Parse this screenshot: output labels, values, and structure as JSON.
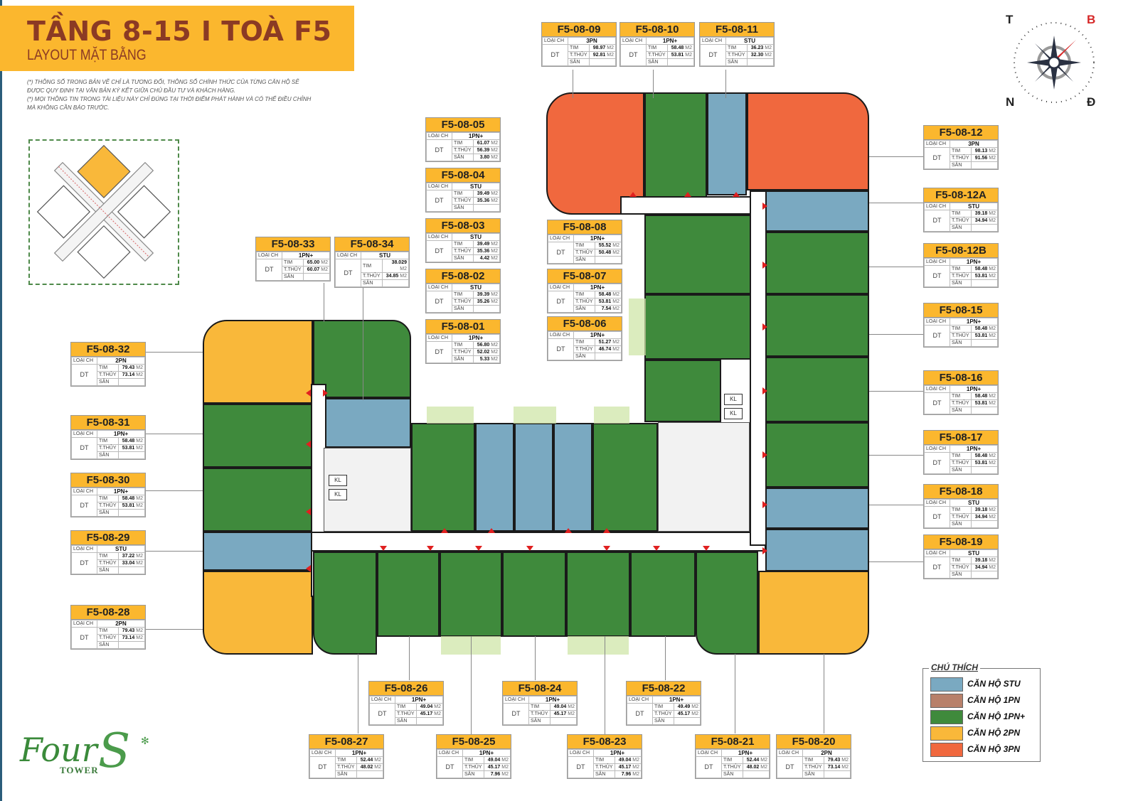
{
  "header": {
    "title": "TẦNG 8-15  I TOÀ F5",
    "subtitle": "LAYOUT MẶT BẰNG",
    "disclaimer": [
      "(*) THÔNG SỐ TRONG BẢN VẼ CHỈ LÀ TƯƠNG ĐỐI, THÔNG SỐ CHÍNH THỨC CỦA TỪNG CĂN HỘ SẼ ĐƯỢC QUY ĐỊNH TẠI VĂN BẢN KÝ KẾT GIỮA CHỦ ĐẦU TƯ VÀ KHÁCH HÀNG.",
      "(*) MỌI THÔNG TIN TRONG TÀI LIỆU NÀY CHỈ ĐÚNG TẠI THỜI ĐIỂM PHÁT HÀNH VÀ CÓ THỂ ĐIỀU CHỈNH MÀ KHÔNG CẦN BÁO TRƯỚC."
    ]
  },
  "compass": {
    "n": "T",
    "e": "B",
    "s": "Đ",
    "w": "N",
    "accent": "#d62828"
  },
  "card_labels": {
    "type": "LOẠI CH",
    "area": "DT",
    "tim": "TIM",
    "thuy": "T.THỦY",
    "san": "SÂN",
    "unit": "M2"
  },
  "units": [
    {
      "id": "F5-08-09",
      "type": "3PN",
      "tim": "98.97",
      "thuy": "92.81",
      "san": ""
    },
    {
      "id": "F5-08-10",
      "type": "1PN+",
      "tim": "58.48",
      "thuy": "53.81",
      "san": ""
    },
    {
      "id": "F5-08-11",
      "type": "STU",
      "tim": "36.23",
      "thuy": "32.30",
      "san": ""
    },
    {
      "id": "F5-08-12",
      "type": "3PN",
      "tim": "98.13",
      "thuy": "91.56",
      "san": ""
    },
    {
      "id": "F5-08-12A",
      "type": "STU",
      "tim": "39.18",
      "thuy": "34.94",
      "san": ""
    },
    {
      "id": "F5-08-12B",
      "type": "1PN+",
      "tim": "58.48",
      "thuy": "53.81",
      "san": ""
    },
    {
      "id": "F5-08-15",
      "type": "1PN+",
      "tim": "58.48",
      "thuy": "53.81",
      "san": ""
    },
    {
      "id": "F5-08-16",
      "type": "1PN+",
      "tim": "58.48",
      "thuy": "53.81",
      "san": ""
    },
    {
      "id": "F5-08-17",
      "type": "1PN+",
      "tim": "58.48",
      "thuy": "53.81",
      "san": ""
    },
    {
      "id": "F5-08-18",
      "type": "STU",
      "tim": "39.18",
      "thuy": "34.94",
      "san": ""
    },
    {
      "id": "F5-08-19",
      "type": "STU",
      "tim": "39.18",
      "thuy": "34.94",
      "san": ""
    },
    {
      "id": "F5-08-05",
      "type": "1PN+",
      "tim": "61.07",
      "thuy": "56.39",
      "san": "3.80"
    },
    {
      "id": "F5-08-04",
      "type": "STU",
      "tim": "39.49",
      "thuy": "35.36",
      "san": ""
    },
    {
      "id": "F5-08-03",
      "type": "STU",
      "tim": "39.49",
      "thuy": "35.36",
      "san": "4.42"
    },
    {
      "id": "F5-08-02",
      "type": "STU",
      "tim": "39.39",
      "thuy": "35.26",
      "san": ""
    },
    {
      "id": "F5-08-01",
      "type": "1PN+",
      "tim": "56.80",
      "thuy": "52.02",
      "san": "5.33"
    },
    {
      "id": "F5-08-08",
      "type": "1PN+",
      "tim": "55.52",
      "thuy": "50.48",
      "san": ""
    },
    {
      "id": "F5-08-07",
      "type": "1PN+",
      "tim": "58.48",
      "thuy": "53.81",
      "san": "7.54"
    },
    {
      "id": "F5-08-06",
      "type": "1PN+",
      "tim": "51.27",
      "thuy": "46.74",
      "san": ""
    },
    {
      "id": "F5-08-33",
      "type": "1PN+",
      "tim": "65.00",
      "thuy": "60.07",
      "san": ""
    },
    {
      "id": "F5-08-34",
      "type": "STU",
      "tim": "38.029",
      "thuy": "34.85",
      "san": ""
    },
    {
      "id": "F5-08-32",
      "type": "2PN",
      "tim": "79.43",
      "thuy": "73.14",
      "san": ""
    },
    {
      "id": "F5-08-31",
      "type": "1PN+",
      "tim": "58.48",
      "thuy": "53.81",
      "san": ""
    },
    {
      "id": "F5-08-30",
      "type": "1PN+",
      "tim": "58.48",
      "thuy": "53.81",
      "san": ""
    },
    {
      "id": "F5-08-29",
      "type": "STU",
      "tim": "37.22",
      "thuy": "33.04",
      "san": ""
    },
    {
      "id": "F5-08-28",
      "type": "2PN",
      "tim": "79.43",
      "thuy": "73.14",
      "san": ""
    },
    {
      "id": "F5-08-26",
      "type": "1PN+",
      "tim": "49.04",
      "thuy": "45.17",
      "san": ""
    },
    {
      "id": "F5-08-24",
      "type": "1PN+",
      "tim": "49.04",
      "thuy": "45.17",
      "san": ""
    },
    {
      "id": "F5-08-22",
      "type": "1PN+",
      "tim": "49.49",
      "thuy": "45.17",
      "san": ""
    },
    {
      "id": "F5-08-27",
      "type": "1PN+",
      "tim": "52.44",
      "thuy": "48.02",
      "san": ""
    },
    {
      "id": "F5-08-25",
      "type": "1PN+",
      "tim": "49.04",
      "thuy": "45.17",
      "san": "7.96"
    },
    {
      "id": "F5-08-23",
      "type": "1PN+",
      "tim": "49.04",
      "thuy": "45.17",
      "san": "7.96"
    },
    {
      "id": "F5-08-21",
      "type": "1PN+",
      "tim": "52.44",
      "thuy": "48.02",
      "san": ""
    },
    {
      "id": "F5-08-20",
      "type": "2PN",
      "tim": "79.43",
      "thuy": "73.14",
      "san": ""
    }
  ],
  "legend": {
    "title": "CHÚ THÍCH",
    "items": [
      {
        "label": "CĂN HỘ STU",
        "color": "#7aa9c1"
      },
      {
        "label": "CĂN HỘ 1PN",
        "color": "#b8806a"
      },
      {
        "label": "CĂN HỘ 1PN+",
        "color": "#3f8a3c"
      },
      {
        "label": "CĂN HỘ 2PN",
        "color": "#f9b83a"
      },
      {
        "label": "CĂN HỘ 3PN",
        "color": "#f0683e"
      }
    ]
  },
  "core_labels": {
    "kl": "KL"
  },
  "logo": {
    "main": "Four",
    "s": "S",
    "sub": "TOWER"
  }
}
